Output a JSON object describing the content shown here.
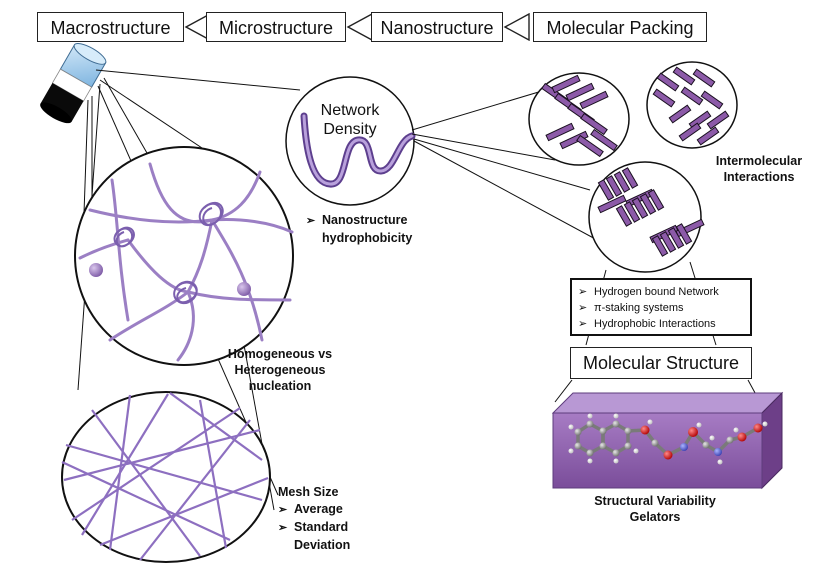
{
  "header": {
    "items": [
      {
        "label": "Macrostructure"
      },
      {
        "label": "Microstructure"
      },
      {
        "label": "Nanostructure"
      },
      {
        "label": "Molecular Packing"
      }
    ]
  },
  "network_density": {
    "title_line1": "Network",
    "title_line2": "Density"
  },
  "nanostructure_note": {
    "bullet_line1": "Nanostructure",
    "bullet_line2": "hydrophobicity"
  },
  "nucleation": {
    "line1": "Homogeneous vs",
    "line2": "Heterogeneous",
    "line3": "nucleation"
  },
  "mesh": {
    "title": "Mesh Size",
    "bullets": [
      "Average",
      "Standard",
      "Deviation"
    ]
  },
  "intermolecular": {
    "line1": "Intermolecular",
    "line2": "Interactions"
  },
  "bonding": {
    "bullets": [
      "Hydrogen bound Network",
      "π-staking systems",
      "Hydrophobic Interactions"
    ]
  },
  "molecular_structure": {
    "title": "Molecular Structure"
  },
  "gelators": {
    "line1": "Structural Variability",
    "line2": "Gelators"
  },
  "colors": {
    "fiber": "#9b7fc4",
    "fiber_dark": "#6a4c9c",
    "slab": "#8c5aa8",
    "vial": "#a9d1ef"
  },
  "icons": {
    "bullet": "arrowhead-bullet",
    "vial": "vial-icon"
  }
}
